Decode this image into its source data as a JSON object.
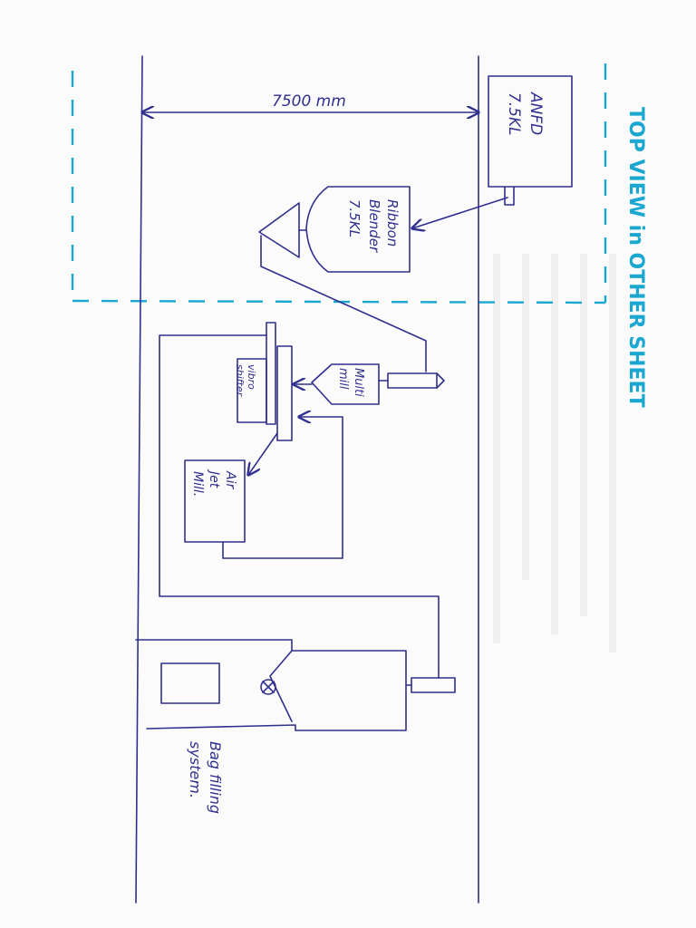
{
  "dimension": {
    "value": "7500 mm"
  },
  "equipment": {
    "anfd": {
      "name": "ANFD",
      "capacity": "7.5KL"
    },
    "ribbon_blender": {
      "line1": "Ribbon",
      "line2": "Blender",
      "line3": "7.5KL"
    },
    "multi_mill": {
      "line1": "Multi",
      "line2": "mill"
    },
    "vibro_shifter": {
      "line1": "vibro",
      "line2": "shifter"
    },
    "air_jet_mill": {
      "line1": "Air",
      "line2": "Jet",
      "line3": "Mill."
    },
    "bag_filling": {
      "line1": "Bag filling",
      "line2": "system."
    }
  },
  "note": {
    "text": "TOP VIEW in OTHER SHEET",
    "color": "#1aa7d0"
  },
  "colors": {
    "ink": "#2f2f8f",
    "accent": "#1aa7d0"
  }
}
